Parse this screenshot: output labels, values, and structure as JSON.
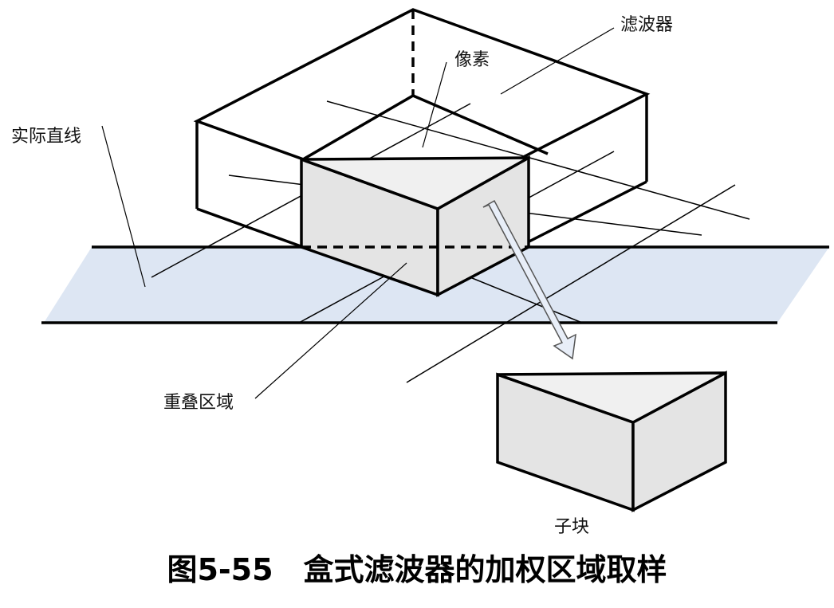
{
  "labels": {
    "filter": "滤波器",
    "pixel": "像素",
    "actual_line": "实际直线",
    "overlap_region": "重叠区域",
    "sub_block": "子块"
  },
  "caption": "图5-55　盒式滤波器的加权区域取样",
  "colors": {
    "band_fill": "#dde6f3",
    "block_fill": "#e4e4e4",
    "stroke": "#000000"
  }
}
